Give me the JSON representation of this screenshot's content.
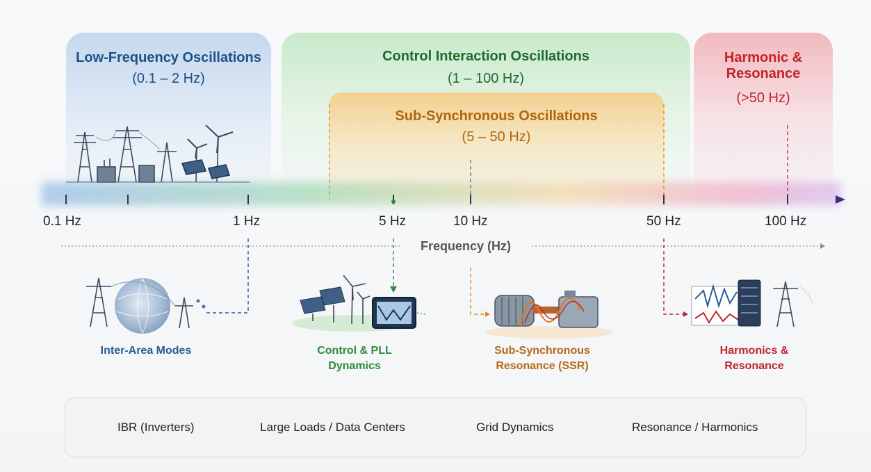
{
  "bands": {
    "low": {
      "title": "Low-Frequency Oscillations",
      "range": "(0.1 – 2 Hz)",
      "color": "#1f4f86"
    },
    "control": {
      "title": "Control Interaction Oscillations",
      "range": "(1 – 100 Hz)",
      "color": "#1d6b2e"
    },
    "ssr": {
      "title": "Sub-Synchronous Oscillations",
      "range": "(5 – 50 Hz)",
      "color": "#b0650e"
    },
    "harmonic": {
      "title_line1": "Harmonic &",
      "title_line2": "Resonance",
      "range": "(>50 Hz)",
      "color": "#c0232b"
    }
  },
  "axis": {
    "ticks": [
      "0.1 Hz",
      "1 Hz",
      "5 Hz",
      "10 Hz",
      "50 Hz",
      "100 Hz"
    ],
    "label": "Frequency (Hz)"
  },
  "categories": {
    "inter_area": {
      "line1": "Inter-Area Modes",
      "icon": "transmission-globe-icon"
    },
    "control_pll": {
      "line1": "Control & PLL",
      "line2": "Dynamics",
      "icon": "solar-wind-scope-icon"
    },
    "ssr": {
      "line1": "Sub-Synchronous",
      "line2": "Resonance (SSR)",
      "icon": "turbine-generator-icon"
    },
    "harmonics": {
      "line1": "Harmonics &",
      "line2": "Resonance",
      "icon": "waveform-server-icon"
    }
  },
  "legend": {
    "items": [
      {
        "label": "IBR (Inverters)",
        "icon": "solar-wind-icon"
      },
      {
        "label": "Large Loads / Data Centers",
        "icon": "server-rack-icon"
      },
      {
        "label": "Grid Dynamics",
        "icon": "transmission-tower-icon"
      },
      {
        "label": "Resonance / Harmonics",
        "icon": "waveform-icon"
      }
    ]
  }
}
